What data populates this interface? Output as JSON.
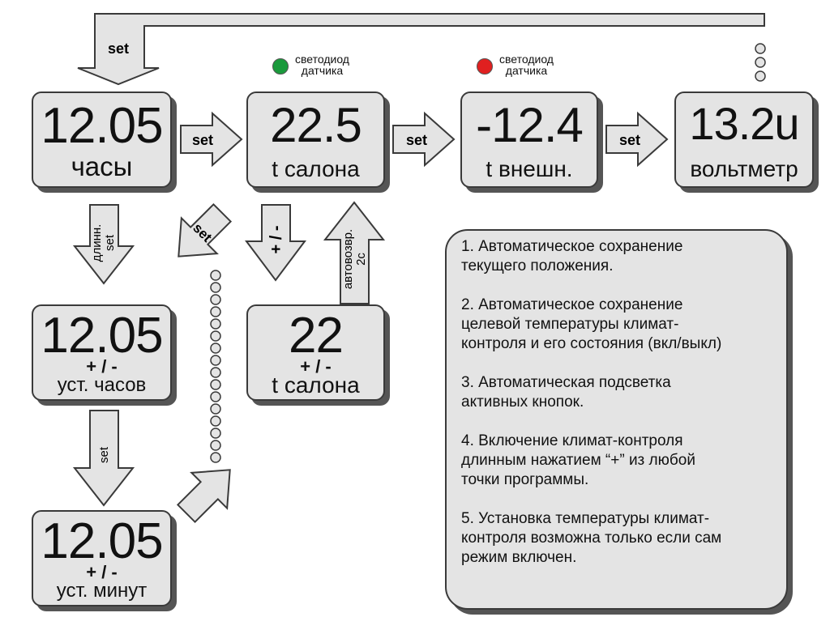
{
  "displays": {
    "clock": {
      "value": "12.05",
      "label": "часы"
    },
    "salon": {
      "value": "22.5",
      "label": "t салона"
    },
    "outside": {
      "value": "-12.4",
      "label": "t внешн."
    },
    "volt": {
      "value": "13.2u",
      "label": "вольтметр"
    },
    "set_hours": {
      "value": "12.05",
      "plusminus": "+ / -",
      "label": "уст. часов"
    },
    "set_minutes": {
      "value": "12.05",
      "plusminus": "+ / -",
      "label": "уст. минут"
    },
    "target_temp": {
      "value": "22",
      "plusminus": "+ / -",
      "label": "t салона"
    }
  },
  "leds": {
    "green": {
      "label_line1": "светодиод",
      "label_line2": "датчика",
      "color": "#1a9a3c"
    },
    "red": {
      "label_line1": "светодиод",
      "label_line2": "датчика",
      "color": "#e02020"
    }
  },
  "arrow_labels": {
    "top_return": "set",
    "clock_to_salon": "set",
    "salon_to_outside": "set",
    "outside_to_volt": "set",
    "long_set_line1": "длинн.",
    "long_set_line2": "set",
    "back_to_salon": "set",
    "plus_minus": "+ / -",
    "auto_return_line1": "автовозвр.",
    "auto_return_line2": "2с",
    "hours_to_minutes": "set"
  },
  "notes": [
    "1. Автоматическое сохранение\nтекущего положения.",
    "2. Автоматическое сохранение\nцелевой температуры климат-\nконтроля и его состояния (вкл/выкл)",
    "3. Автоматическая подсветка\nактивных кнопок.",
    "4. Включение климат-контроля\nдлинным нажатием “+” из любой\nточки программы.",
    "5. Установка температуры климат-\nконтроля возможна только если сам\nрежим включен."
  ],
  "colors": {
    "box_fill": "#e4e4e4",
    "outline": "#3a3a3a",
    "shadow": "#555555"
  }
}
